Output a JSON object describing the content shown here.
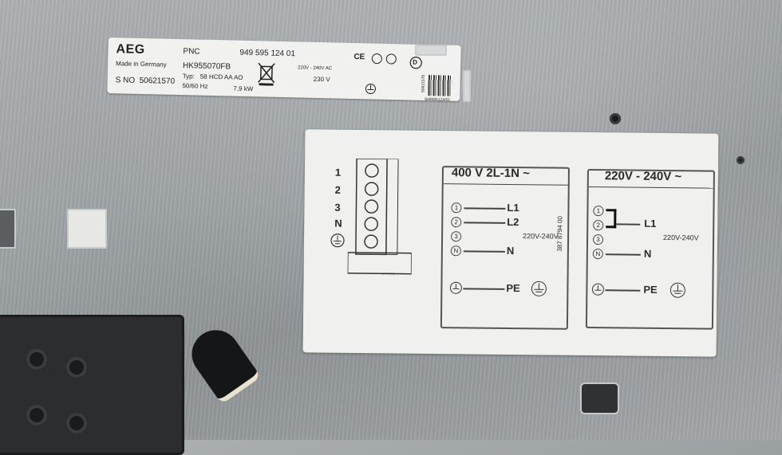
{
  "rating_label": {
    "brand": "AEG",
    "made_in": "Made in Germany",
    "pnc_label": "PNC",
    "pnc_value": "949 595 124 01",
    "model": "HK955070FB",
    "type_label": "Typ:",
    "type_value": "58 HCD AA AO",
    "sno_label": "S NO",
    "sno_value": "50621570",
    "frequency": "50/60 Hz",
    "power": "7,9 kW",
    "voltage_ac": "220V - 240V AC",
    "voltage_alt": "230 V",
    "barcode_text": "949595124/01",
    "side_code": "50621570",
    "cert_marks": [
      "CE",
      "D"
    ]
  },
  "wiring_label": {
    "terminal_numbers": [
      "1",
      "2",
      "3",
      "N"
    ],
    "box1": {
      "title": "400 V  2L-1N  ~",
      "rows": [
        {
          "num": "1",
          "label": "L1"
        },
        {
          "num": "2",
          "label": "L2"
        },
        {
          "num": "3",
          "label": ""
        },
        {
          "num": "N",
          "label": "N"
        }
      ],
      "note": "220V-240V",
      "pe": "PE"
    },
    "box2": {
      "title": "220V - 240V  ~",
      "rows": [
        {
          "num": "1",
          "label": ""
        },
        {
          "num": "2",
          "label": "L1"
        },
        {
          "num": "3",
          "label": ""
        },
        {
          "num": "N",
          "label": "N"
        }
      ],
      "note": "220V-240V",
      "pe": "PE"
    },
    "side_code": "387 8794 00"
  },
  "colors": {
    "metal": "#9ea3a6",
    "label_paper": "#f1f1ef",
    "ink": "#2a2a2a",
    "plastic": "#2b2d2f"
  }
}
